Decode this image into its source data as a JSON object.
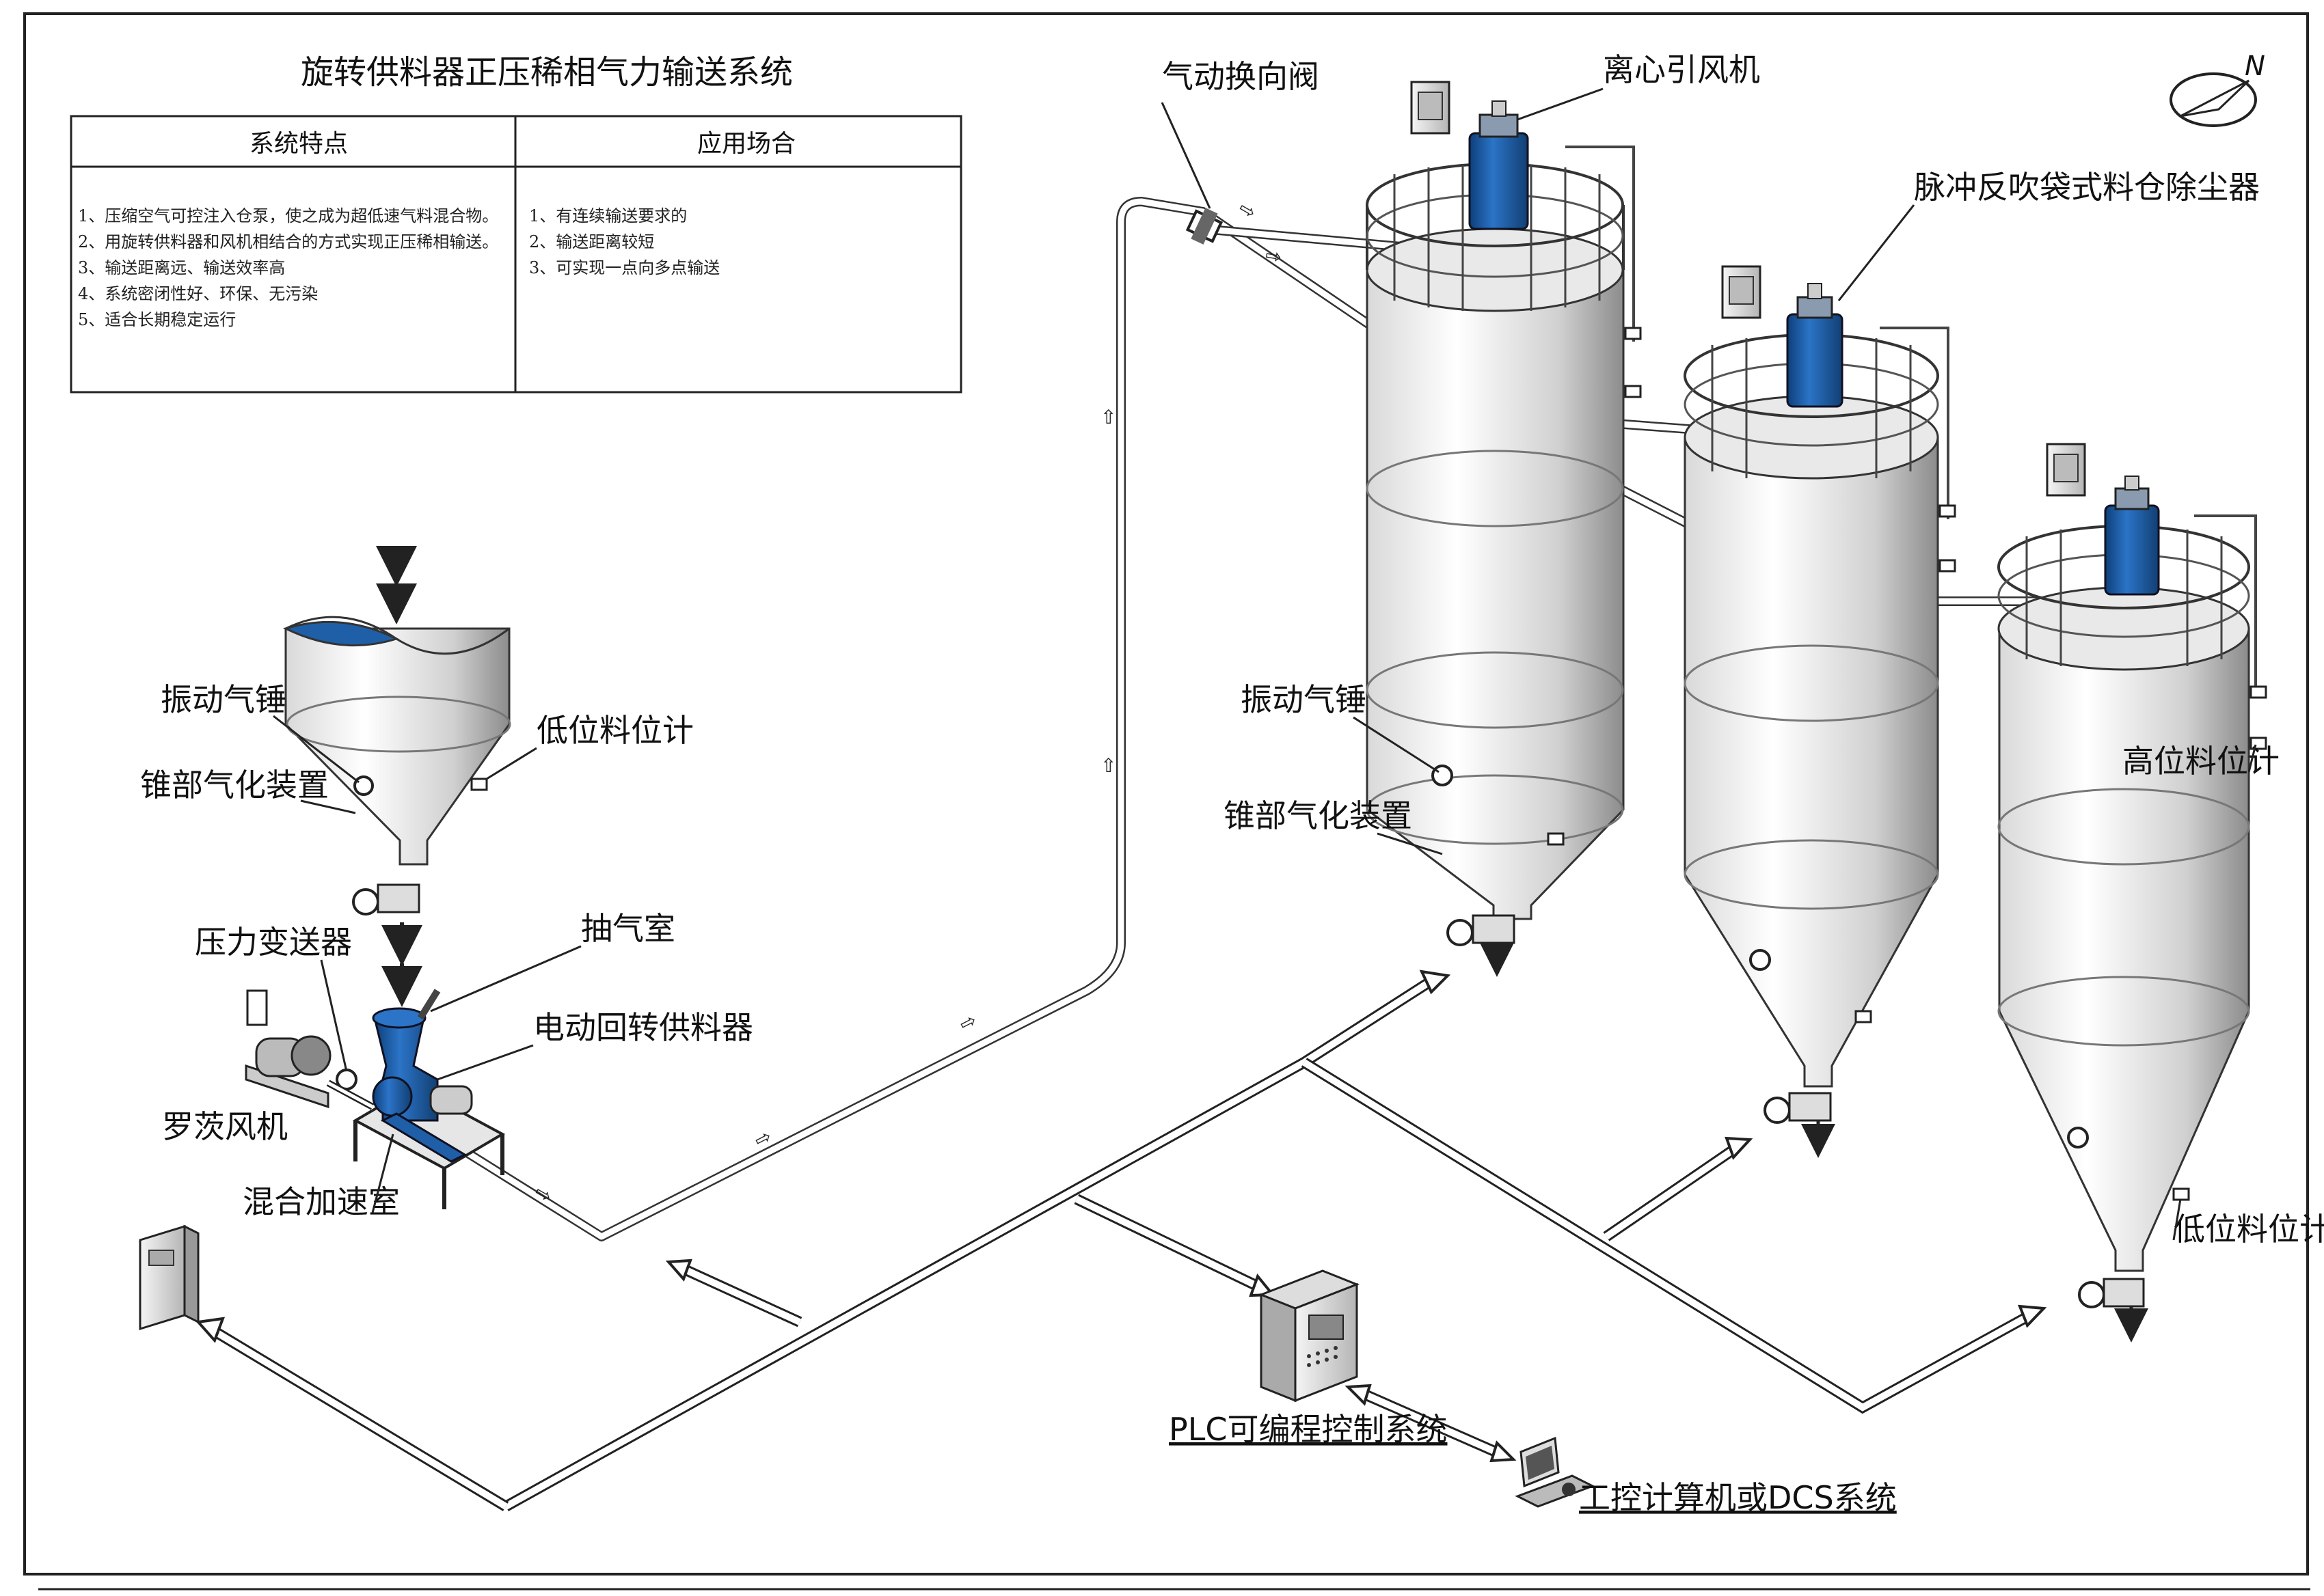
{
  "title": "旋转供料器正压稀相气力输送系统",
  "table": {
    "headers": [
      "系统特点",
      "应用场合"
    ],
    "features": [
      "1、压缩空气可控注入仓泵，使之成为超低速气料混合物。",
      "2、用旋转供料器和风机相结合的方式实现正压稀相输送。",
      "3、输送距离远、输送效率高",
      "4、系统密闭性好、环保、无污染",
      "5、适合长期稳定运行"
    ],
    "applications": [
      "1、有连续输送要求的",
      "2、输送距离较短",
      "3、可实现一点向多点输送"
    ]
  },
  "labels": {
    "pneumatic_valve": "气动换向阀",
    "centrifugal_fan": "离心引风机",
    "pulse_filter": "脉冲反吹袋式料仓除尘器",
    "vibrator_left": "振动气锤",
    "vibrator_right": "振动气锤",
    "cone_aerator_left": "锥部气化装置",
    "cone_aerator_right": "锥部气化装置",
    "low_level_left": "低位料位计",
    "low_level_right": "低位料位计",
    "high_level": "高位料位计",
    "pressure_transmitter": "压力变送器",
    "suction_chamber": "抽气室",
    "rotary_feeder": "电动回转供料器",
    "roots_blower": "罗茨风机",
    "mixing_chamber": "混合加速室",
    "plc": "PLC可编程控制系统",
    "ipc": "工控计算机或DCS系统",
    "north": "N"
  },
  "colors": {
    "equipment_blue": "#1f5fa8",
    "silo_light": "#f2f2f2",
    "silo_shade": "#9a9a9a",
    "line": "#222222"
  },
  "icons": [
    "compass-icon",
    "control-panel-icon",
    "computer-icon",
    "flow-arrow-icon"
  ]
}
